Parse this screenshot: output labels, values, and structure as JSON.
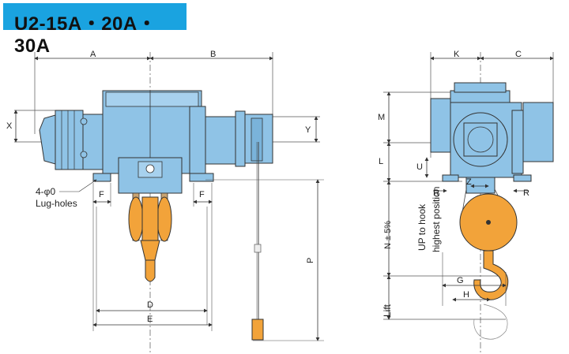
{
  "title": "U2-15A・20A・30A",
  "colors": {
    "title_bg": "#1aa3e0",
    "body_blue": "#8fc3e6",
    "hook_orange": "#f2a33a",
    "line": "#333333"
  },
  "labels": {
    "A": "A",
    "B": "B",
    "X": "X",
    "Y": "Y",
    "F1": "F",
    "F2": "F",
    "D": "D",
    "E": "E",
    "P": "P",
    "K": "K",
    "C": "C",
    "M": "M",
    "L": "L",
    "U": "U",
    "R1": "R",
    "R2": "R",
    "Z": "Z",
    "G": "G",
    "H": "H",
    "N": "N ± 5%",
    "lug": "4-φ0",
    "lug2": "Lug-holes",
    "up1": "UP to hook",
    "up2": "highest position",
    "lift": "Lift"
  }
}
